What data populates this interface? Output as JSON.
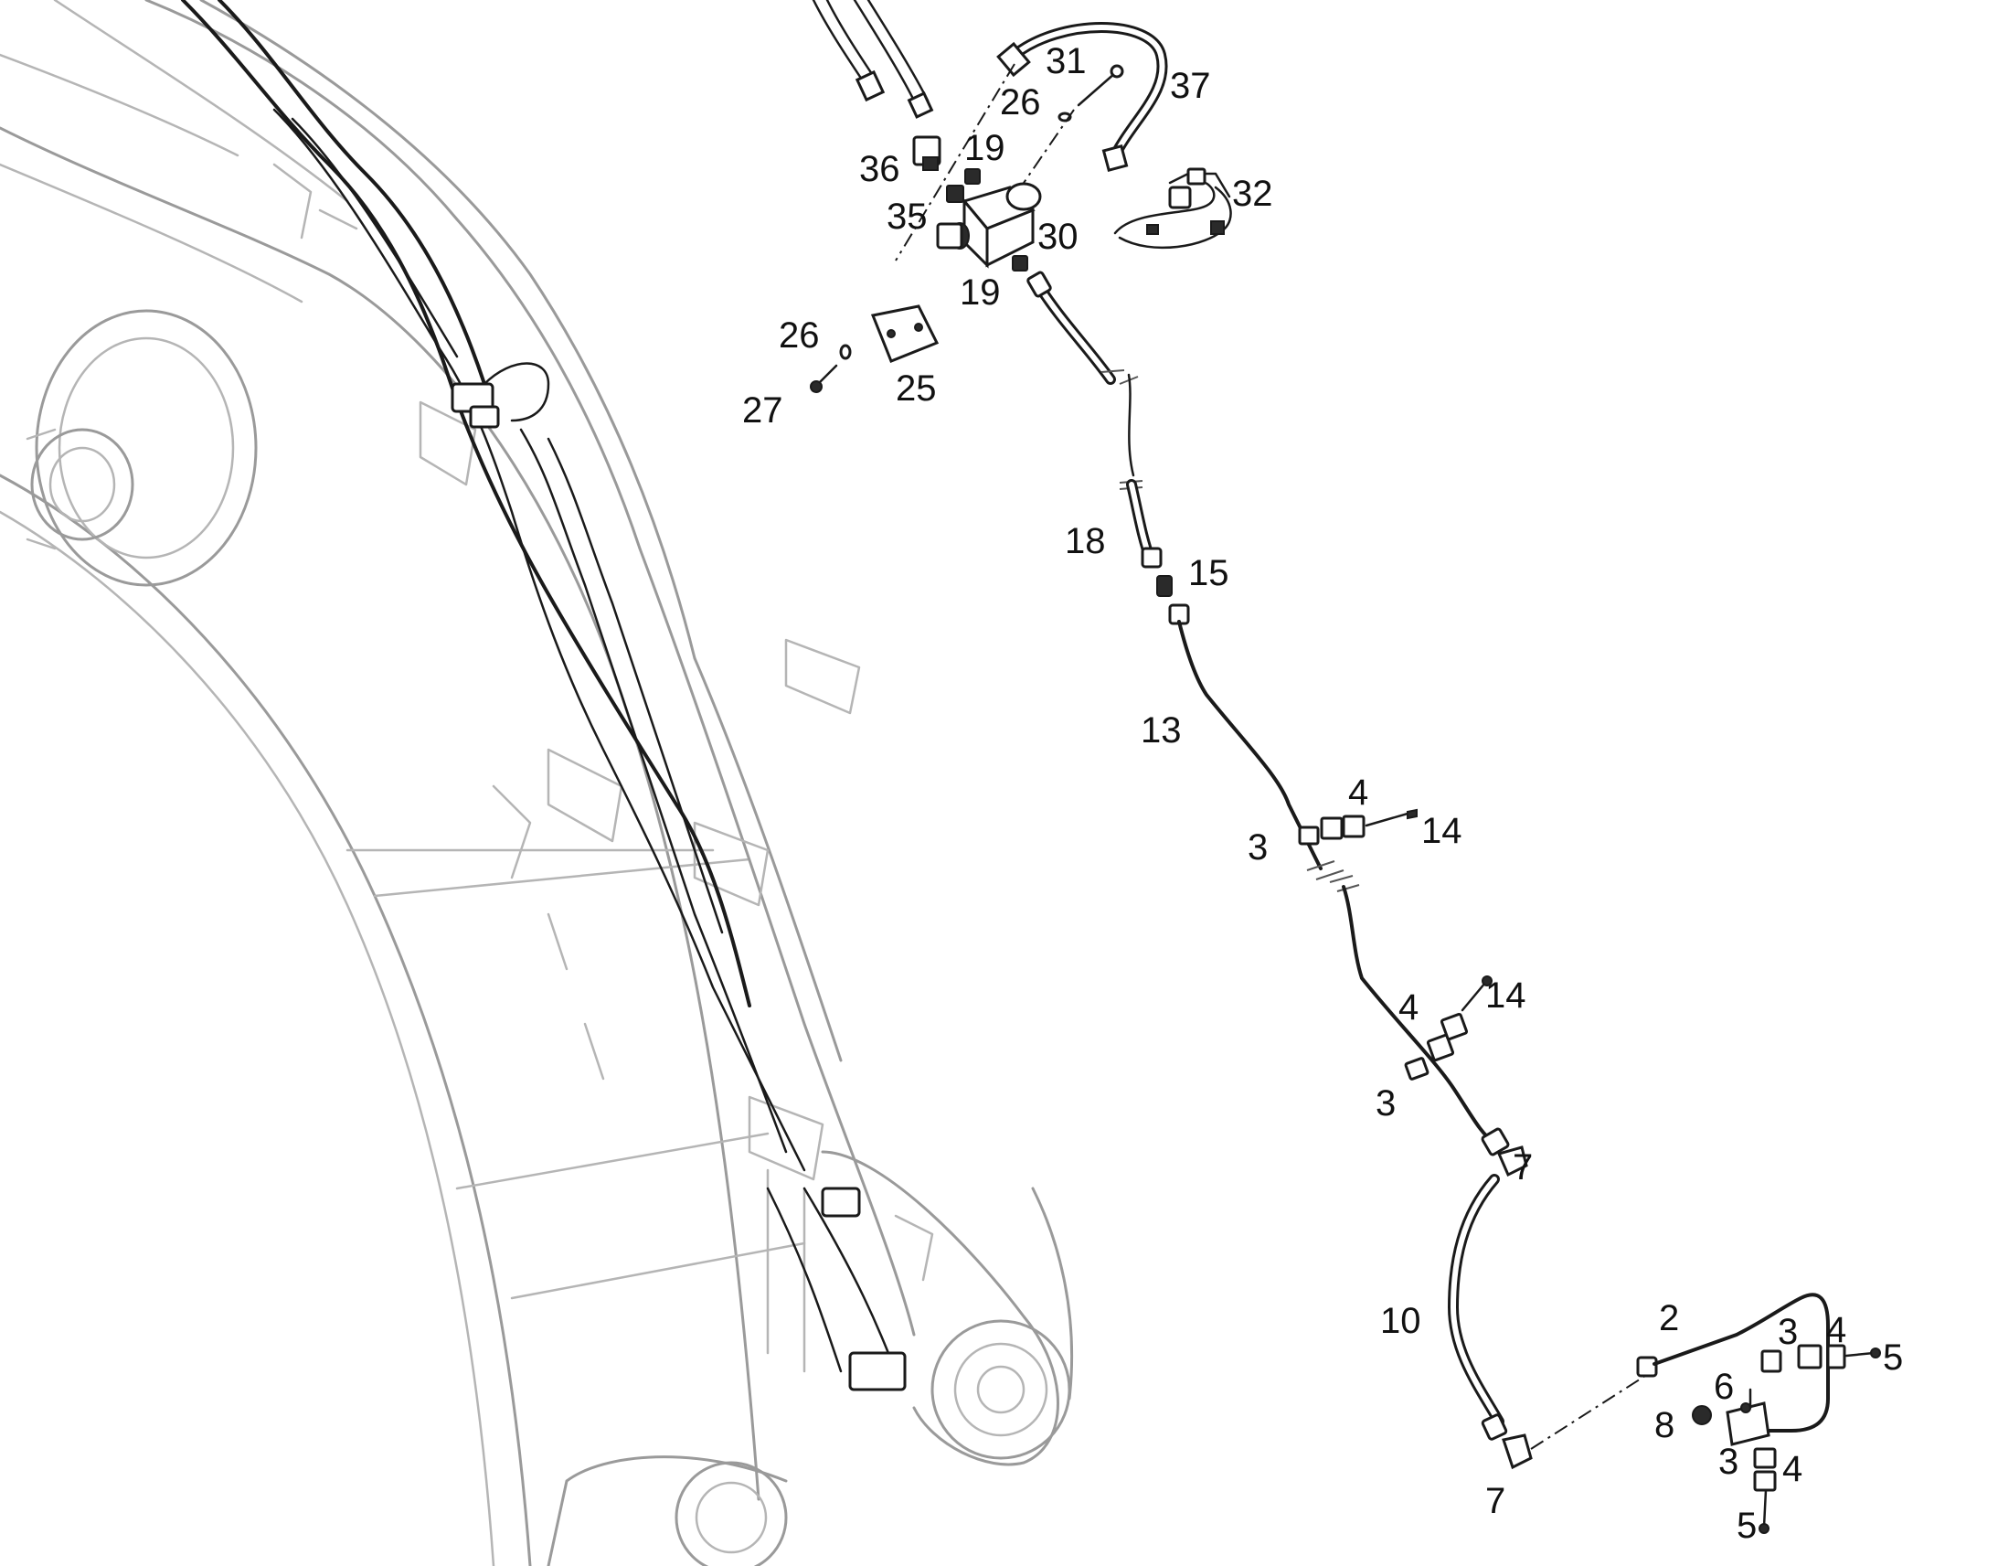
{
  "callouts": [
    {
      "id": "c31",
      "text": "31"
    },
    {
      "id": "c37",
      "text": "37"
    },
    {
      "id": "c26a",
      "text": "26"
    },
    {
      "id": "c36",
      "text": "36"
    },
    {
      "id": "c19a",
      "text": "19"
    },
    {
      "id": "c32",
      "text": "32"
    },
    {
      "id": "c35",
      "text": "35"
    },
    {
      "id": "c30",
      "text": "30"
    },
    {
      "id": "c19b",
      "text": "19"
    },
    {
      "id": "c26b",
      "text": "26"
    },
    {
      "id": "c25",
      "text": "25"
    },
    {
      "id": "c27",
      "text": "27"
    },
    {
      "id": "c18",
      "text": "18"
    },
    {
      "id": "c15",
      "text": "15"
    },
    {
      "id": "c13",
      "text": "13"
    },
    {
      "id": "c4a",
      "text": "4"
    },
    {
      "id": "c14a",
      "text": "14"
    },
    {
      "id": "c3a",
      "text": "3"
    },
    {
      "id": "c14b",
      "text": "14"
    },
    {
      "id": "c4b",
      "text": "4"
    },
    {
      "id": "c3b",
      "text": "3"
    },
    {
      "id": "c7a",
      "text": "7"
    },
    {
      "id": "c10",
      "text": "10"
    },
    {
      "id": "c2",
      "text": "2"
    },
    {
      "id": "c3c",
      "text": "3"
    },
    {
      "id": "c4c",
      "text": "4"
    },
    {
      "id": "c5a",
      "text": "5"
    },
    {
      "id": "c6",
      "text": "6"
    },
    {
      "id": "c8",
      "text": "8"
    },
    {
      "id": "c3d",
      "text": "3"
    },
    {
      "id": "c4d",
      "text": "4"
    },
    {
      "id": "c7b",
      "text": "7"
    },
    {
      "id": "c5b",
      "text": "5"
    }
  ]
}
